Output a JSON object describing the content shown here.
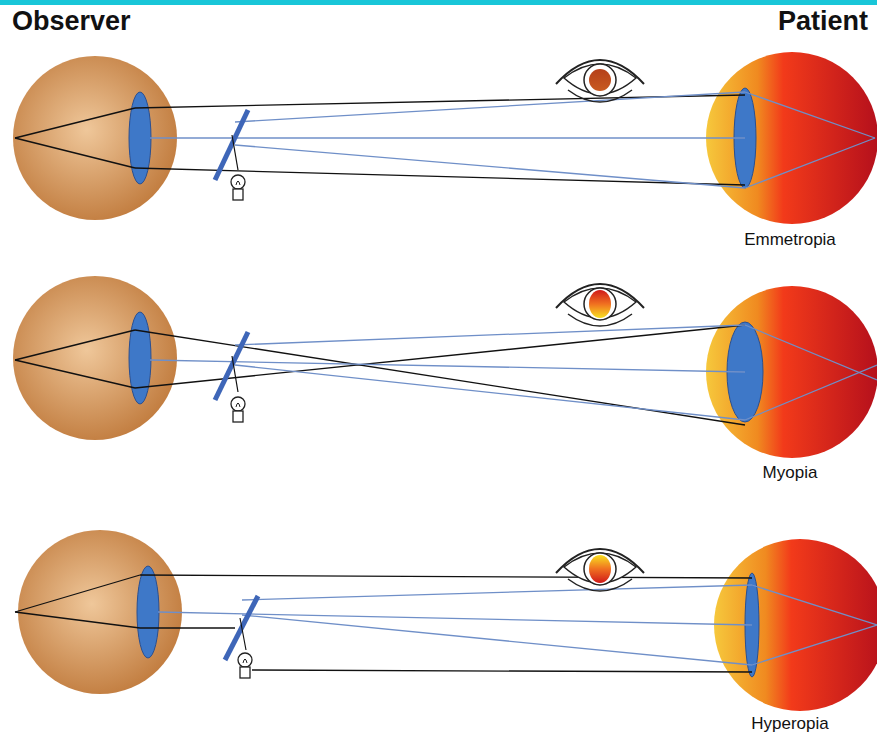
{
  "diagram": {
    "labels": [
      "Observer",
      "Patient",
      "Emmetropia",
      "Myopia",
      "Hyperopia"
    ]
  }
}
